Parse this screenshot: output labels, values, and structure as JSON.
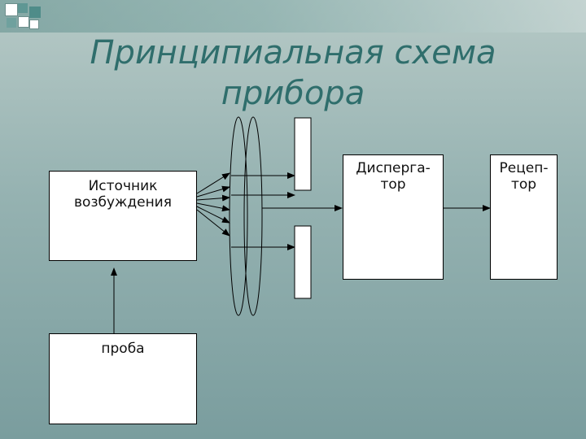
{
  "title": {
    "line1": "Принципиальная схема",
    "line2": "прибора"
  },
  "nodes": {
    "source": {
      "line1": "Источник",
      "line2": "возбуждения"
    },
    "probe": {
      "label": "проба"
    },
    "disperser": {
      "line1": "Дисперга-",
      "line2": "тор"
    },
    "receptor": {
      "line1": "Рецеп-",
      "line2": "тор"
    }
  },
  "colors": {
    "title": "#2f6e6c",
    "background_top": "#b6c9c6",
    "background_bottom": "#7a9d9e",
    "box_fill": "#ffffff",
    "stroke": "#000000"
  }
}
